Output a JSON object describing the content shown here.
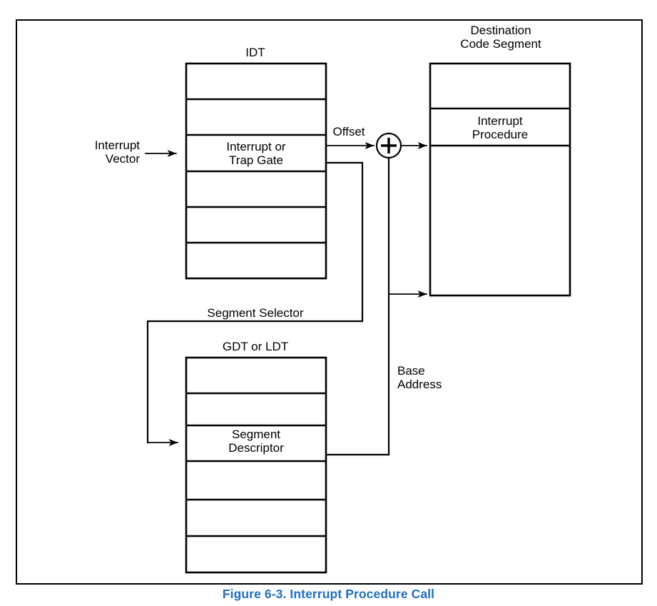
{
  "figure": {
    "caption": "Figure 6-3.  Interrupt Procedure Call",
    "caption_color": "#1F6FC0",
    "background_color": "#FFFFFF",
    "line_color": "#000000"
  },
  "idt_table": {
    "title": "IDT",
    "rows": [
      "",
      "",
      "Interrupt or\nTrap Gate",
      "",
      "",
      ""
    ],
    "highlight_row_index": 2,
    "highlight_line_1": "Interrupt or",
    "highlight_line_2": "Trap Gate"
  },
  "gdt_table": {
    "title": "GDT or LDT",
    "rows": [
      "",
      "",
      "Segment\nDescriptor",
      "",
      "",
      ""
    ],
    "highlight_row_index": 2,
    "highlight_line_1": "Segment",
    "highlight_line_2": "Descriptor"
  },
  "destination_segment": {
    "title_line_1": "Destination",
    "title_line_2": "Code Segment",
    "rows": [
      "",
      "Interrupt\nProcedure",
      ""
    ],
    "highlight_row_index": 1,
    "highlight_line_1": "Interrupt",
    "highlight_line_2": "Procedure"
  },
  "labels": {
    "interrupt_vector_line_1": "Interrupt",
    "interrupt_vector_line_2": "Vector",
    "offset": "Offset",
    "segment_selector": "Segment Selector",
    "base_address_line_1": "Base",
    "base_address_line_2": "Address",
    "adder_symbol": "+"
  },
  "chart_data": {
    "type": "diagram",
    "title": "Figure 6-3.  Interrupt Procedure Call",
    "nodes": [
      {
        "id": "idt",
        "label": "IDT",
        "kind": "table",
        "rows": 6,
        "selected_row": 3,
        "selected_label": "Interrupt or Trap Gate"
      },
      {
        "id": "gdt",
        "label": "GDT or LDT",
        "kind": "table",
        "rows": 6,
        "selected_row": 3,
        "selected_label": "Segment Descriptor"
      },
      {
        "id": "dest",
        "label": "Destination Code Segment",
        "kind": "table",
        "rows": 3,
        "selected_row": 2,
        "selected_label": "Interrupt Procedure"
      },
      {
        "id": "adder",
        "label": "+",
        "kind": "operator"
      }
    ],
    "edges": [
      {
        "from": "interrupt-vector",
        "to": "idt",
        "label": "Interrupt Vector"
      },
      {
        "from": "idt",
        "to": "adder",
        "label": "Offset"
      },
      {
        "from": "idt",
        "to": "gdt",
        "label": "Segment Selector"
      },
      {
        "from": "gdt",
        "to": "adder",
        "label": "Base Address"
      },
      {
        "from": "adder",
        "to": "dest",
        "label": ""
      },
      {
        "from": "base-address-bus",
        "to": "dest",
        "label": ""
      }
    ]
  }
}
